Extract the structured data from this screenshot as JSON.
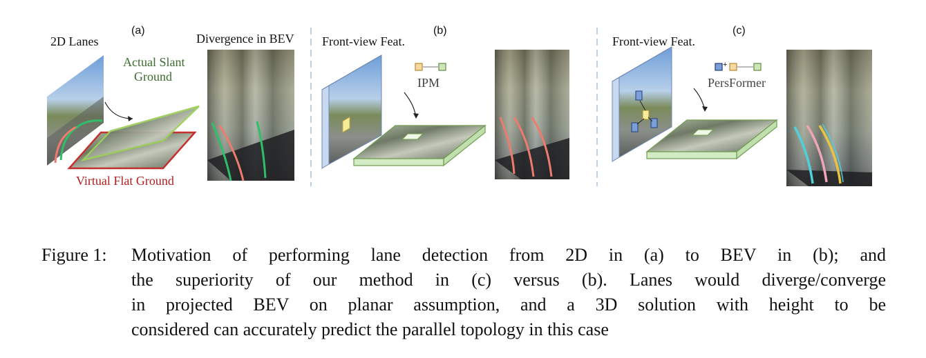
{
  "panels": {
    "a": {
      "letter": "(a)",
      "title_2d_lanes": "2D Lanes",
      "actual_slant_line1": "Actual Slant",
      "actual_slant_line2": "Ground",
      "divergence_title": "Divergence in BEV",
      "virtual_flat": "Virtual Flat Ground"
    },
    "b": {
      "letter": "(b)",
      "front_view_title": "Front-view Feat.",
      "method": "IPM"
    },
    "c": {
      "letter": "(c)",
      "front_view_title": "Front-view Feat.",
      "method": "PersFormer",
      "plus_symbol": "+"
    }
  },
  "caption": {
    "number": "Figure 1:",
    "lines": [
      "Motivation of performing lane detection from 2D in (a) to BEV in (b); and",
      "the superiority of our method in (c) versus (b). Lanes would diverge/converge",
      "in projected BEV on planar assumption, and a 3D solution with height to be",
      "considered can accurately predict the parallel topology in this case"
    ]
  },
  "colors": {
    "actual_slant": "#3d6b2e",
    "virtual_flat": "#b01e1e",
    "slant_plane_border": "#9ccf5a",
    "flat_plane_border": "#c43030",
    "feature_plane": "#d3ebc4",
    "feature_plane_border": "#6f9e4f",
    "front_view_edge": "#c8d8f0",
    "divider": "#a9c1dc",
    "lane_green": "#2fbf6a",
    "lane_red": "#ee7b6e",
    "lane_cyan": "#4fd0da",
    "lane_pink": "#f0a6b8",
    "lane_yellow": "#e8c440"
  }
}
